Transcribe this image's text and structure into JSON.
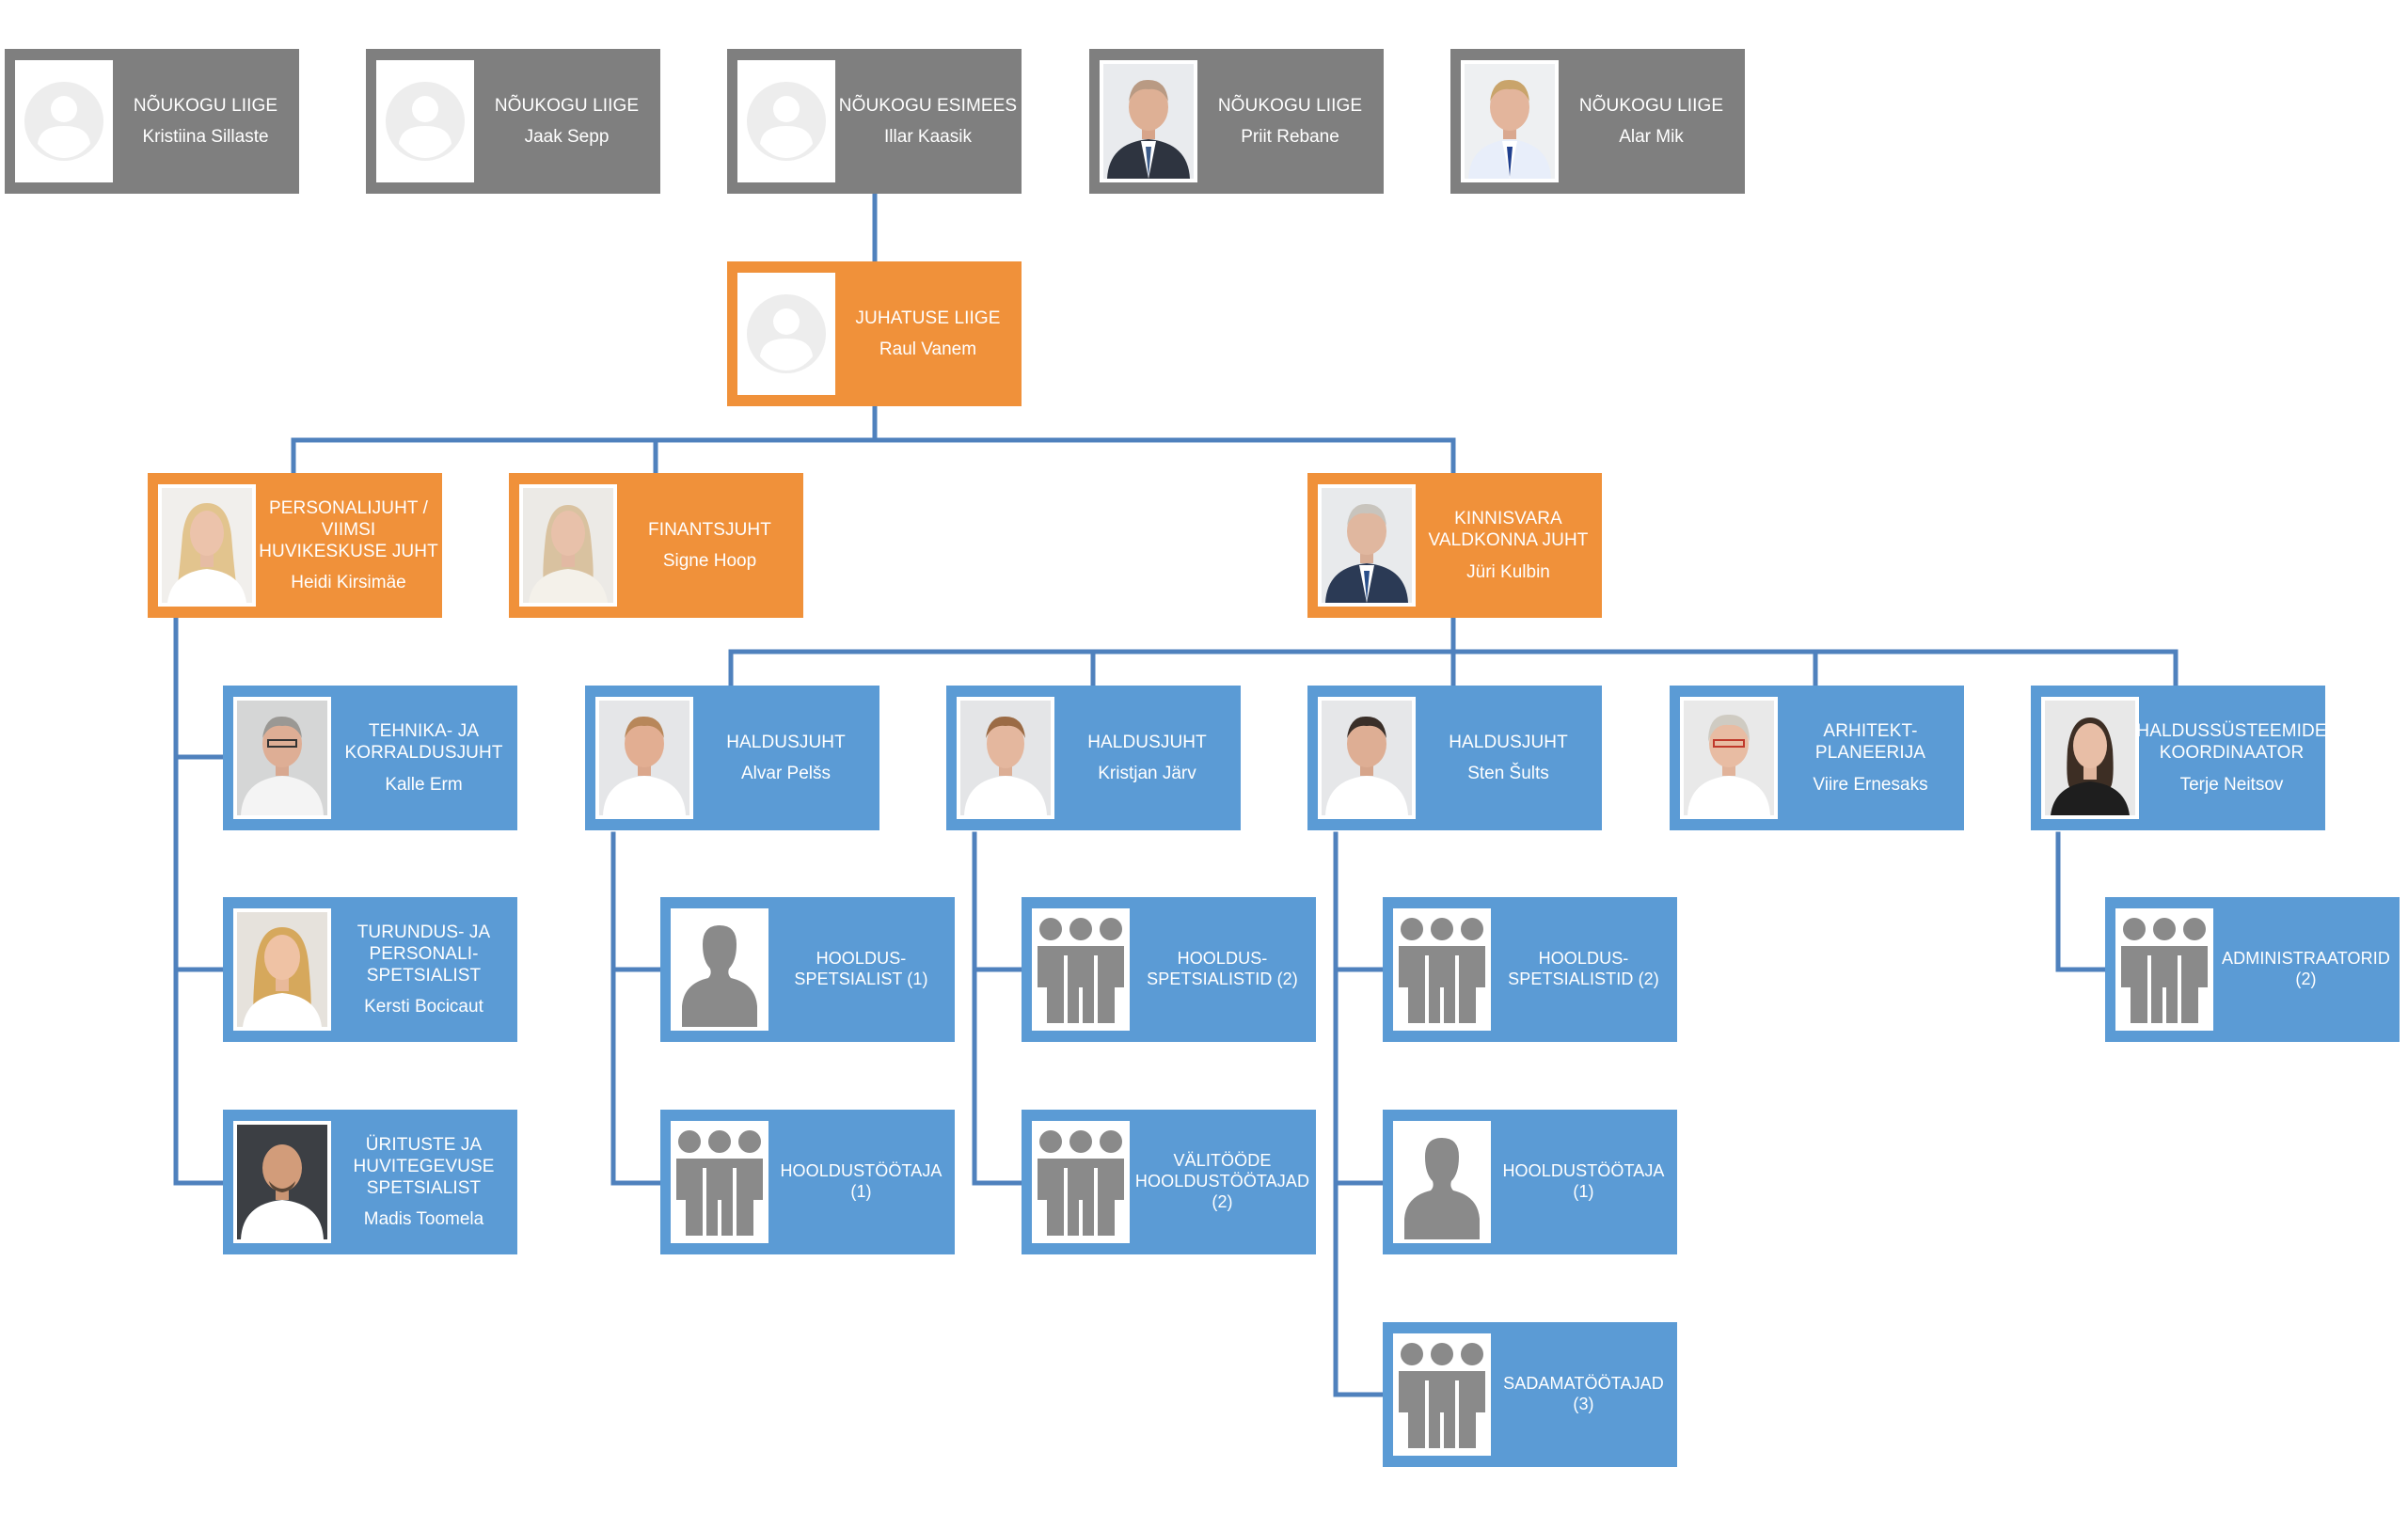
{
  "colors": {
    "board": "#7f7f7f",
    "management": "#f0913a",
    "staff": "#5b9bd5",
    "connector": "#4f81bd"
  },
  "board": [
    {
      "title": "NÕUKOGU LIIGE",
      "name": "Kristiina Sillaste",
      "photo": "placeholder-avatar-icon"
    },
    {
      "title": "NÕUKOGU LIIGE",
      "name": "Jaak Sepp",
      "photo": "placeholder-avatar-icon"
    },
    {
      "title": "NÕUKOGU ESIMEES",
      "name": "Illar Kaasik",
      "photo": "placeholder-avatar-icon"
    },
    {
      "title": "NÕUKOGU LIIGE",
      "name": "Priit Rebane",
      "photo": "person-photo"
    },
    {
      "title": "NÕUKOGU LIIGE",
      "name": "Alar Mik",
      "photo": "person-photo"
    }
  ],
  "ceo": {
    "title": "JUHATUSE LIIGE",
    "name": "Raul Vanem",
    "photo": "placeholder-avatar-icon"
  },
  "managers": [
    {
      "title": "PERSONALIJUHT / VIIMSI HUVIKESKUSE JUHT",
      "name": "Heidi Kirsimäe",
      "photo": "person-photo"
    },
    {
      "title": "FINANTSJUHT",
      "name": "Signe Hoop",
      "photo": "person-photo"
    },
    {
      "title": "KINNISVARA VALDKONNA JUHT",
      "name": "Jüri Kulbin",
      "photo": "person-photo"
    }
  ],
  "hr_staff": [
    {
      "title": "TEHNIKA- JA KORRALDUSJUHT",
      "name": "Kalle Erm",
      "photo": "person-photo"
    },
    {
      "title": "TURUNDUS- JA PERSONALI-SPETSIALIST",
      "name": "Kersti Bocicaut",
      "photo": "person-photo"
    },
    {
      "title": "ÜRITUSTE JA HUVITEGEVUSE SPETSIALIST",
      "name": "Madis Toomela",
      "photo": "person-photo"
    }
  ],
  "property_staff": [
    {
      "title": "HALDUSJUHT",
      "name": "Alvar Pelšs",
      "photo": "person-photo"
    },
    {
      "title": "HALDUSJUHT",
      "name": "Kristjan Järv",
      "photo": "person-photo"
    },
    {
      "title": "HALDUSJUHT",
      "name": "Sten Šults",
      "photo": "person-photo"
    },
    {
      "title": "ARHITEKT-PLANEERIJA",
      "name": "Viire Ernesaks",
      "photo": "person-photo"
    },
    {
      "title": "HALDUSSÜSTEEMIDE KOORDINAATOR",
      "name": "Terje Neitsov",
      "photo": "person-photo"
    }
  ],
  "teams": {
    "alvar": [
      {
        "title": "HOOLDUS-SPETSIALIST (1)",
        "icon": "single-person-icon"
      },
      {
        "title": "HOOLDUSTÖÖTAJA (1)",
        "icon": "group-icon"
      }
    ],
    "kristjan": [
      {
        "title": "HOOLDUS-SPETSIALISTID (2)",
        "icon": "group-icon"
      },
      {
        "title": "VÄLITÖÖDE HOOLDUSTÖÖTAJAD (2)",
        "icon": "group-icon"
      }
    ],
    "sten": [
      {
        "title": "HOOLDUS-SPETSIALISTID (2)",
        "icon": "group-icon"
      },
      {
        "title": "HOOLDUSTÖÖTAJA (1)",
        "icon": "single-person-icon"
      },
      {
        "title": "SADAMATÖÖTAJAD (3)",
        "icon": "group-icon"
      }
    ],
    "terje": [
      {
        "title": "ADMINISTRAATORID (2)",
        "icon": "group-icon"
      }
    ]
  }
}
